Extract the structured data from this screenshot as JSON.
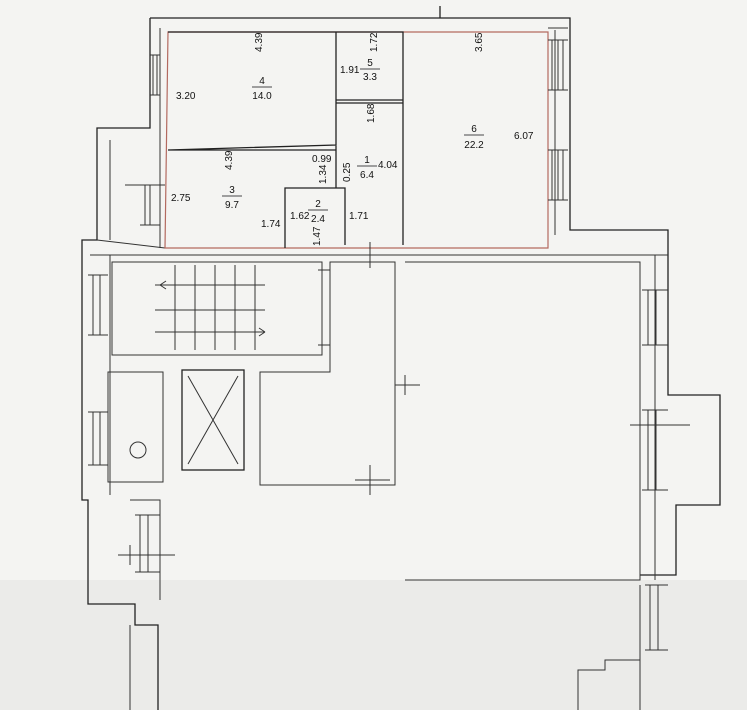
{
  "rooms": [
    {
      "number": "1",
      "area": "6.4"
    },
    {
      "number": "2",
      "area": "2.4"
    },
    {
      "number": "3",
      "area": "9.7"
    },
    {
      "number": "4",
      "area": "14.0"
    },
    {
      "number": "5",
      "area": "3.3"
    },
    {
      "number": "6",
      "area": "22.2"
    }
  ],
  "dimensions": {
    "r4_top": "4.39",
    "r4_left": "3.20",
    "r5_top": "1.72",
    "r5_left": "1.91",
    "r6_top": "3.65",
    "r6_right": "6.07",
    "r1_top": "1.68",
    "r1_right": "4.04",
    "r1_gap": "0.25",
    "r3_top": "4.39",
    "r3_left": "2.75",
    "r3_bottom": "1.74",
    "r3_a": "0.99",
    "r3_b": "1.34",
    "r2_left": "1.62",
    "r2_bottom": "1.47",
    "r2_right": "1.71"
  }
}
